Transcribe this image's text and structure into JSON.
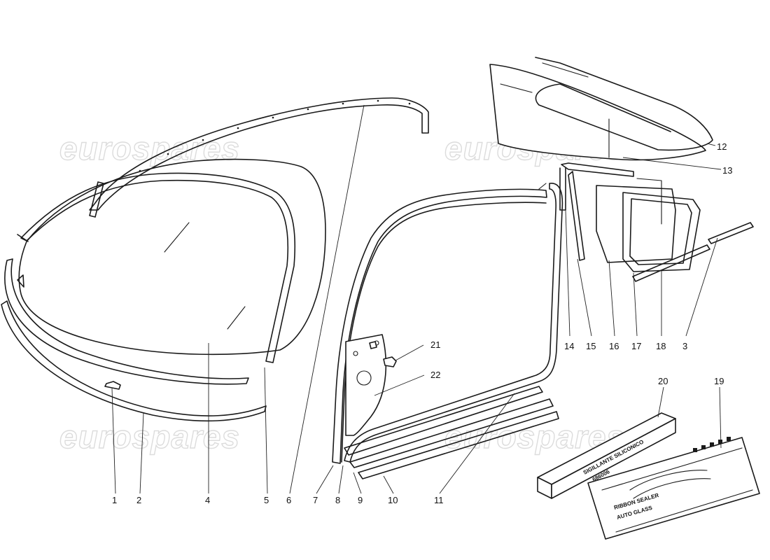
{
  "watermark": "eurospares",
  "callouts": [
    "1",
    "2",
    "3",
    "4",
    "5",
    "6",
    "7",
    "8",
    "9",
    "10",
    "11",
    "12",
    "13",
    "14",
    "15",
    "16",
    "17",
    "18",
    "19",
    "20",
    "21",
    "22"
  ],
  "packages": {
    "sealant_tube": [
      "SIGILLANTE SILICONICO",
      "686006"
    ],
    "ribbon_sealer": [
      "RIBBON SEALER",
      "AUTO GLASS"
    ]
  },
  "colors": {
    "ink": "#1a1a1a",
    "watermark": "#dcdcdc",
    "background": "#ffffff"
  }
}
